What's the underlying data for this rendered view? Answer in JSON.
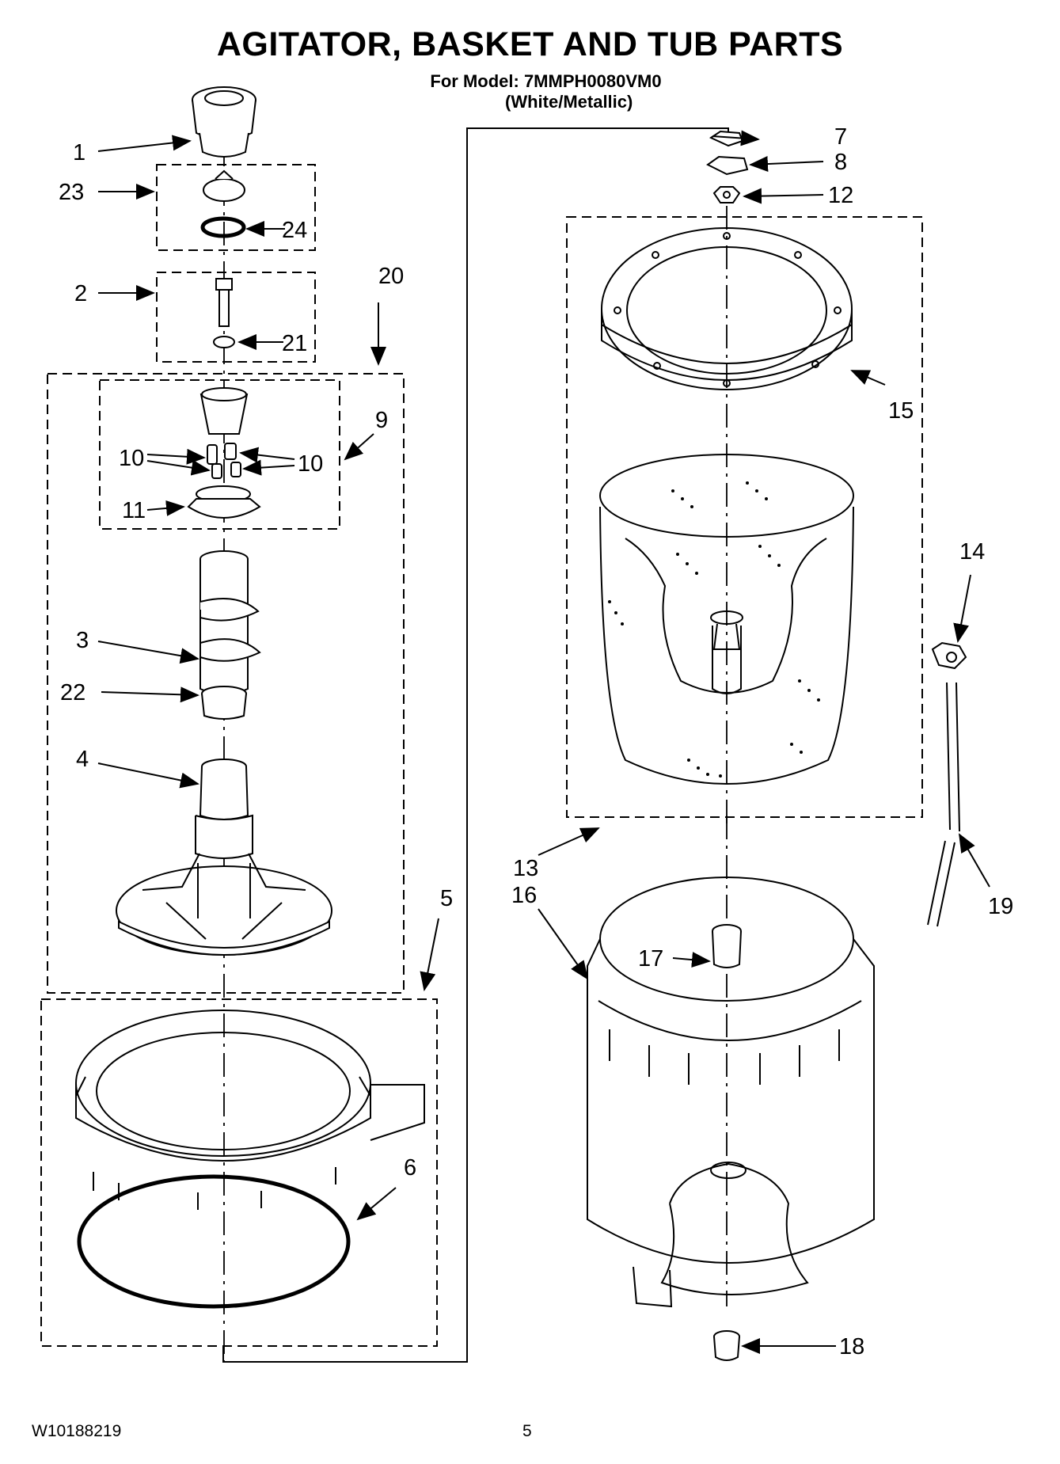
{
  "header": {
    "title": "AGITATOR, BASKET AND TUB PARTS",
    "model_line": "For Model: 7MMPH0080VM0",
    "color_line": "(White/Metallic)"
  },
  "callouts": {
    "c1": "1",
    "c2": "2",
    "c3": "3",
    "c4": "4",
    "c5": "5",
    "c6": "6",
    "c7": "7",
    "c8": "8",
    "c9": "9",
    "c10a": "10",
    "c10b": "10",
    "c11": "11",
    "c12": "12",
    "c13": "13",
    "c14": "14",
    "c15": "15",
    "c16": "16",
    "c17": "17",
    "c18": "18",
    "c19": "19",
    "c20": "20",
    "c21": "21",
    "c22": "22",
    "c23": "23",
    "c24": "24"
  },
  "footer": {
    "doc_code": "W10188219",
    "page_number": "5"
  }
}
